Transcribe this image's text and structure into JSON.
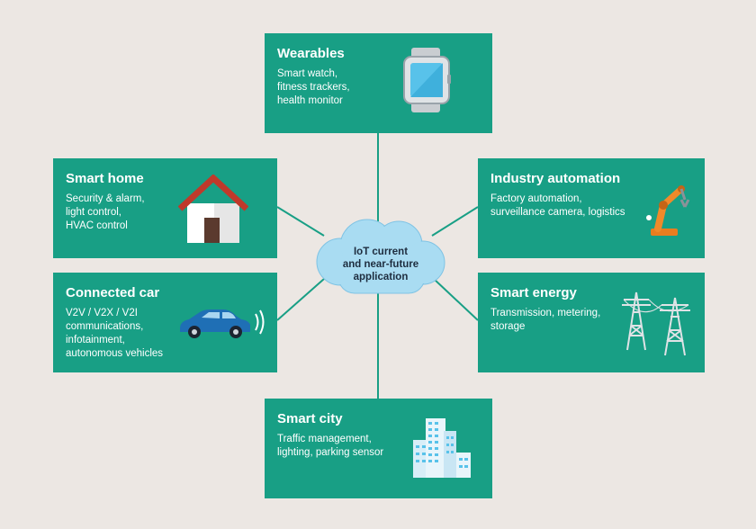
{
  "center": {
    "lines": [
      "IoT current",
      "and near-future",
      "application"
    ]
  },
  "cards": {
    "wearables": {
      "title": "Wearables",
      "lines": [
        "Smart watch,",
        "fitness trackers,",
        "health monitor"
      ],
      "icon": "smart-watch-icon"
    },
    "home": {
      "title": "Smart home",
      "lines": [
        "Security & alarm,",
        "light control,",
        "HVAC control"
      ],
      "icon": "house-icon"
    },
    "car": {
      "title": "Connected car",
      "lines": [
        "V2V / V2X / V2I",
        "communications,",
        "infotainment,",
        "autonomous vehicles"
      ],
      "icon": "car-icon"
    },
    "industry": {
      "title": "Industry automation",
      "lines": [
        "Factory automation,",
        "surveillance camera, logistics"
      ],
      "icon": "robot-arm-icon"
    },
    "energy": {
      "title": "Smart energy",
      "lines": [
        "Transmission, metering,",
        "storage"
      ],
      "icon": "power-tower-icon"
    },
    "city": {
      "title": "Smart city",
      "lines": [
        "Traffic management,",
        "lighting, parking sensor"
      ],
      "icon": "buildings-icon"
    }
  },
  "colors": {
    "background": "#ece7e3",
    "card": "#189f85",
    "connector": "#189f85",
    "cloud": "#a9dcf2",
    "cloud_text": "#1e2d3f"
  }
}
